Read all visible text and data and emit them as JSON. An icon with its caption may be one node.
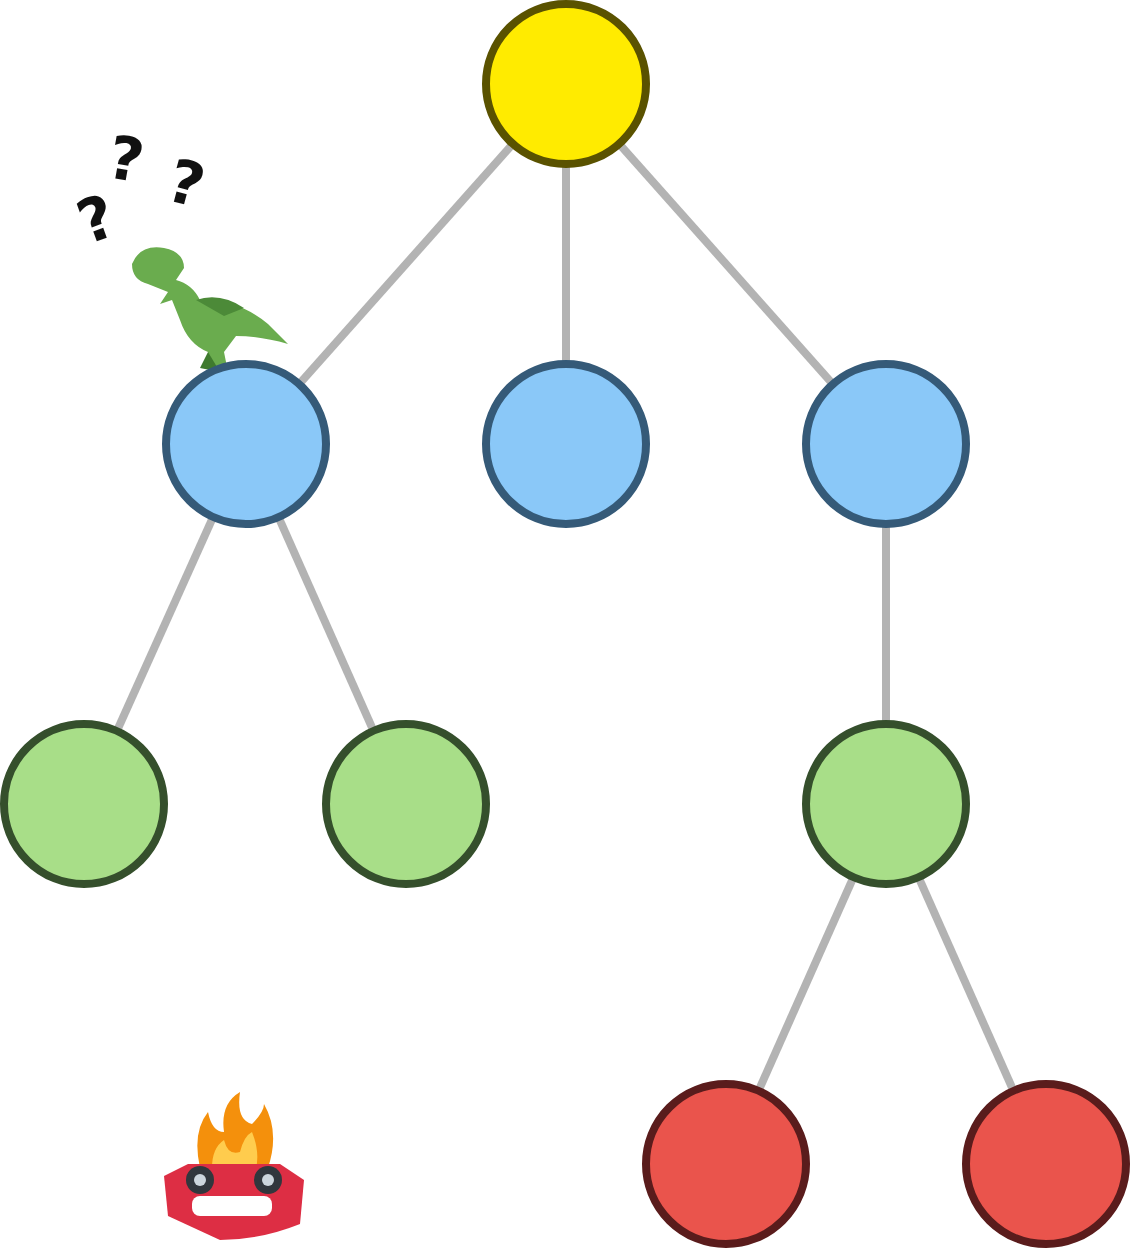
{
  "diagram": {
    "nodes": [
      {
        "text": [],
        "shape": "circle"
      },
      {
        "text": [],
        "shape": "circle"
      },
      {
        "text": [],
        "shape": "circle"
      },
      {
        "text": [],
        "shape": "circle"
      },
      {
        "text": [],
        "shape": "circle"
      },
      {
        "text": [],
        "shape": "circle"
      },
      {
        "text": [],
        "shape": "circle"
      },
      {
        "text": [],
        "shape": "circle"
      },
      {
        "text": [],
        "shape": "circle"
      }
    ],
    "edges": [
      {
        "from": 0,
        "to": 1,
        "arrow": "none"
      },
      {
        "from": 0,
        "to": 2,
        "arrow": "none"
      },
      {
        "from": 0,
        "to": 3,
        "arrow": "none"
      },
      {
        "from": 1,
        "to": 4,
        "arrow": "none"
      },
      {
        "from": 1,
        "to": 5,
        "arrow": "none"
      },
      {
        "from": 3,
        "to": 6,
        "arrow": "none"
      },
      {
        "from": 6,
        "to": 7,
        "arrow": "none"
      },
      {
        "from": 6,
        "to": 8,
        "arrow": "none"
      }
    ],
    "labels": [
      "?",
      "?",
      "?"
    ]
  }
}
